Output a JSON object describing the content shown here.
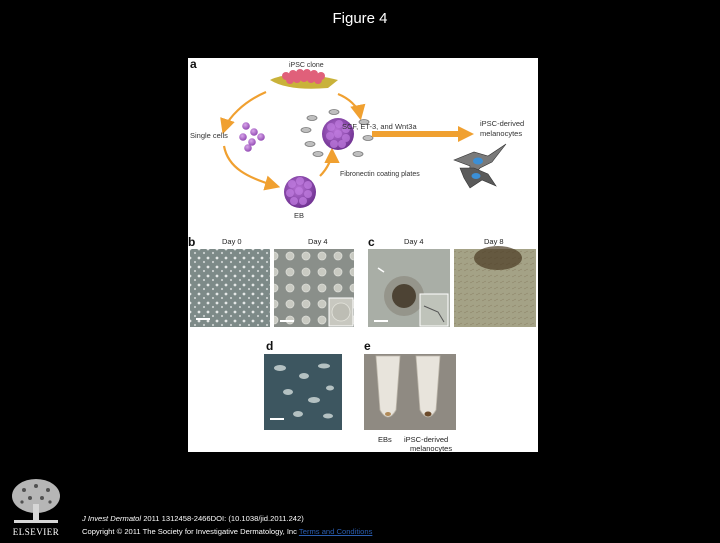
{
  "slide": {
    "title": "Figure 4"
  },
  "figure": {
    "panel_a": {
      "label": "a",
      "ipsc_clone": "iPSC clone",
      "single_cells": "Single cells",
      "eb": "EB",
      "factors": "SCF, ET-3, and Wnt3a",
      "coating": "Fibronectin coating plates",
      "derived_line1": "iPSC-derived",
      "derived_line2": "melanocytes"
    },
    "panel_b": {
      "label": "b",
      "day0": "Day 0",
      "day4": "Day 4"
    },
    "panel_c": {
      "label": "c",
      "day4": "Day 4",
      "day8": "Day 8"
    },
    "panel_d": {
      "label": "d"
    },
    "panel_e": {
      "label": "e",
      "ebs": "EBs",
      "derived_line1": "iPSC-derived",
      "derived_line2": "melanocytes"
    }
  },
  "publisher": {
    "name": "ELSEVIER"
  },
  "citation": {
    "journal": "J Invest Dermatol",
    "ref": " 2011 1312458-2466DOI: (10.1038/jid.2011.242)",
    "copyright": "Copyright © 2011 The Society for Investigative Dermatology, Inc ",
    "terms_link": "Terms and Conditions"
  },
  "colors": {
    "cell": "#a85fc4",
    "arrow_orange": "#f0a030",
    "fibroblast": "#c9b23a",
    "blue_cell": "#3b8fd6"
  }
}
